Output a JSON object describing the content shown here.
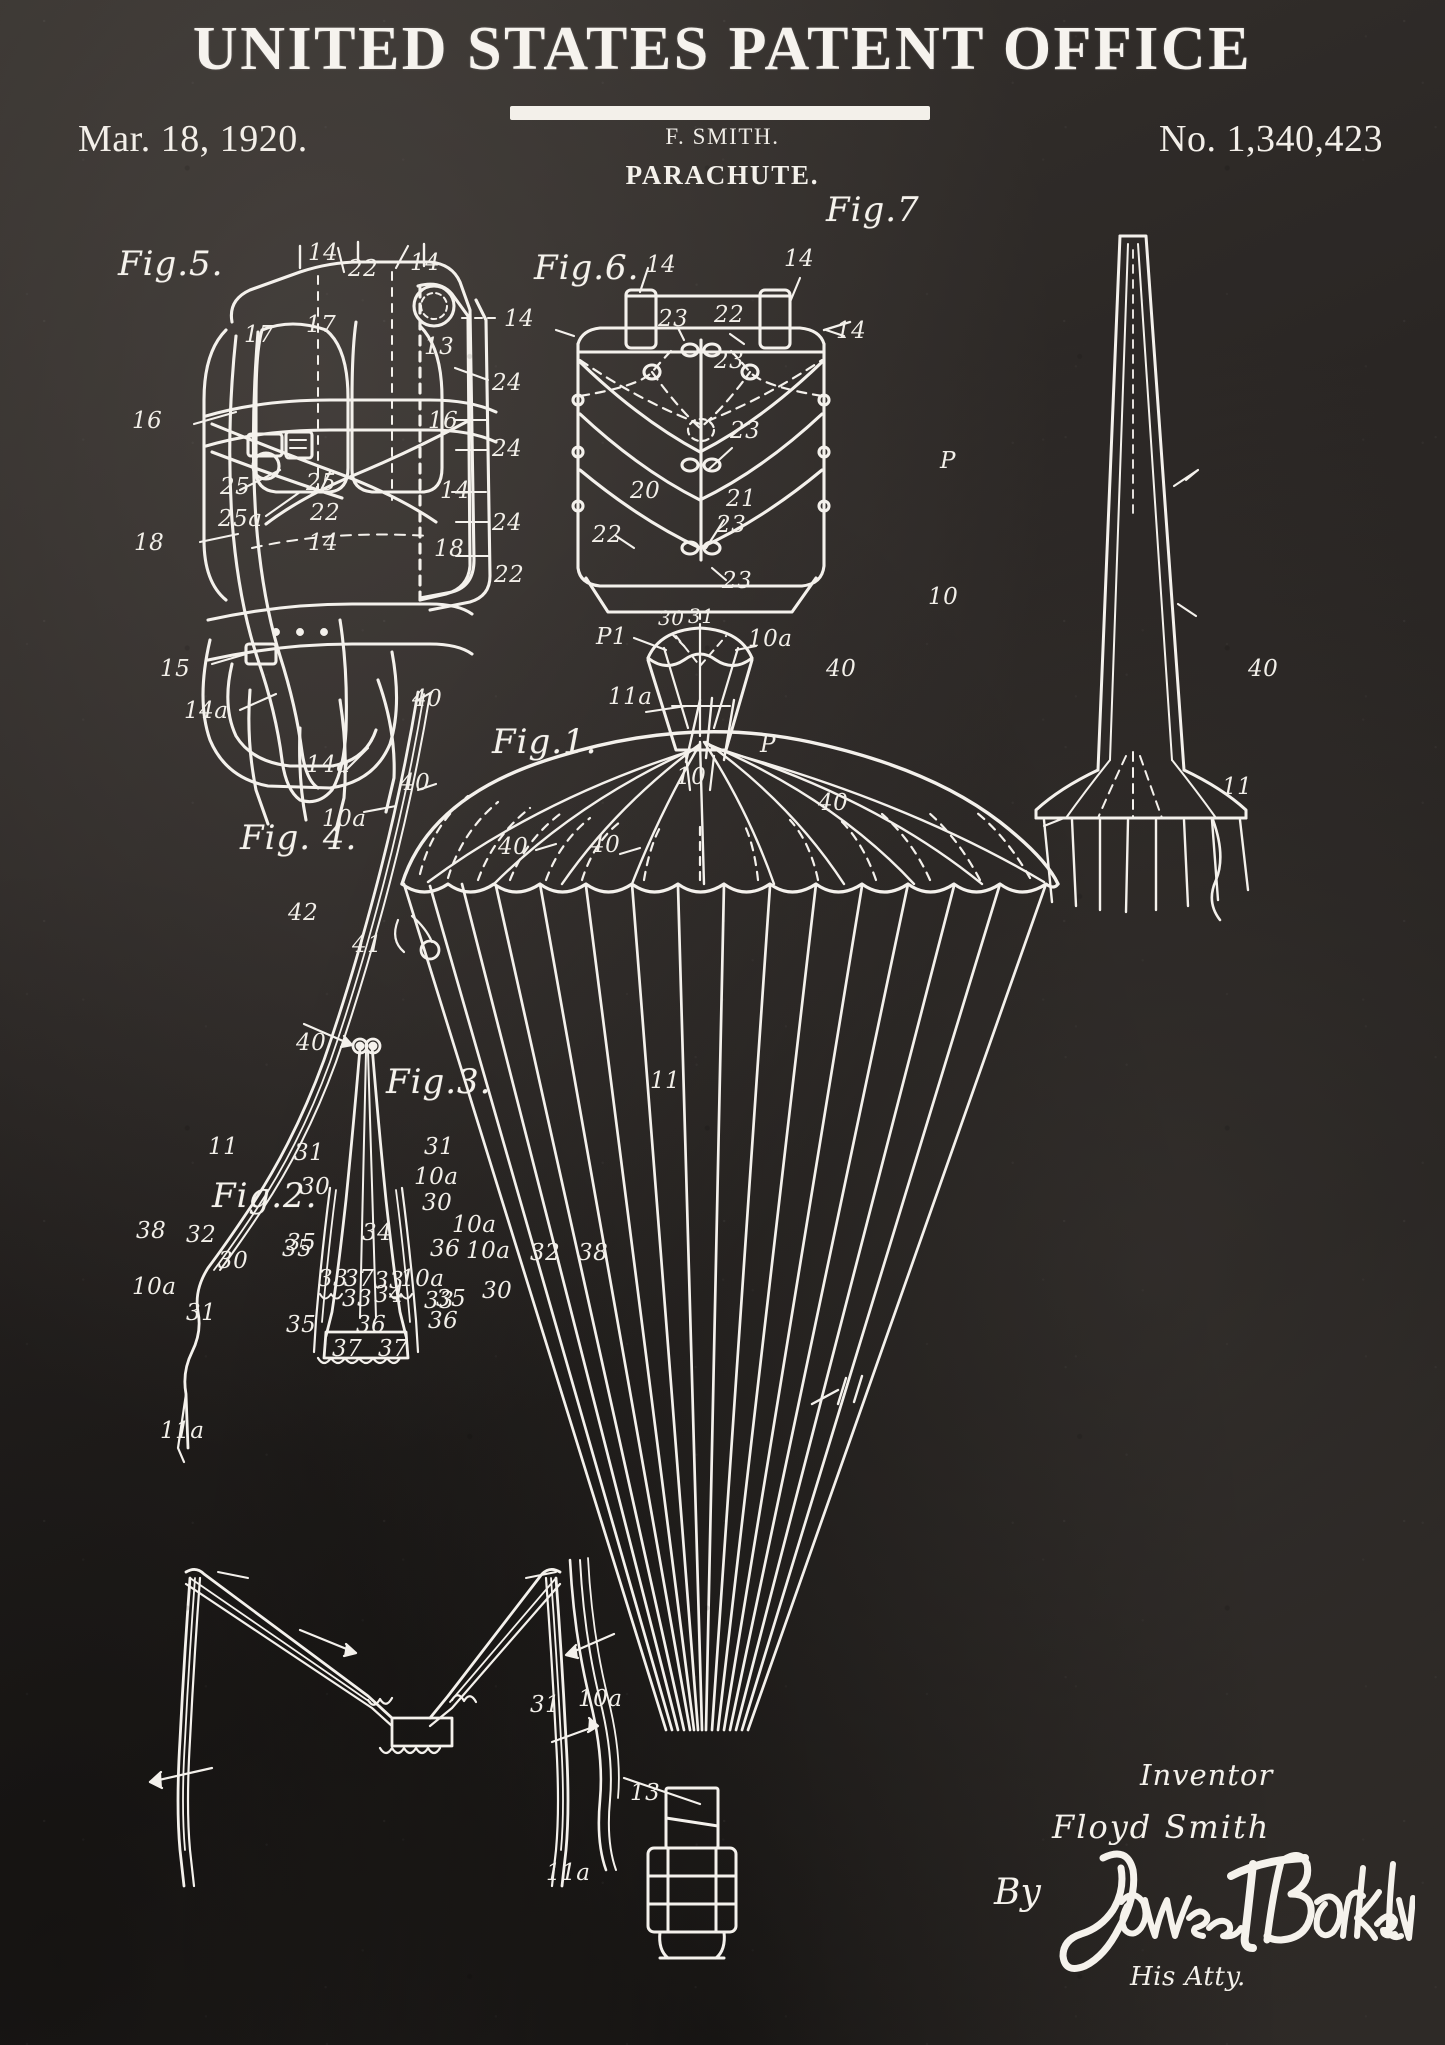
{
  "header": {
    "title": "UNITED STATES PATENT OFFICE",
    "date": "Mar. 18, 1920.",
    "inventor_line": "F. SMITH.",
    "subject": "PARACHUTE.",
    "patent_number": "No. 1,340,423"
  },
  "figures": [
    {
      "id": "fig5",
      "caption": "Fig.5."
    },
    {
      "id": "fig6",
      "caption": "Fig.6."
    },
    {
      "id": "fig7",
      "caption": "Fig.7"
    },
    {
      "id": "fig1",
      "caption": "Fig.1."
    },
    {
      "id": "fig4",
      "caption": "Fig. 4."
    },
    {
      "id": "fig3",
      "caption": "Fig.3."
    },
    {
      "id": "fig2",
      "caption": "Fig.2."
    }
  ],
  "signature": {
    "inventor_label": "Inventor",
    "inventor_name": "Floyd  Smith",
    "by_label": "By",
    "attorney_signature": "James T. Barkelew",
    "attorney_label": "His Atty."
  },
  "reference_numerals": {
    "fig5": [
      "14",
      "22",
      "14",
      "14",
      "17",
      "17",
      "13",
      "24",
      "16",
      "16",
      "24",
      "25",
      "25",
      "14",
      "22",
      "25a",
      "24",
      "18",
      "14",
      "18",
      "22",
      "15",
      "14a",
      "14a"
    ],
    "fig6": [
      "14",
      "14",
      "23",
      "22",
      "14",
      "23",
      "23",
      "20",
      "21",
      "23",
      "22",
      "23",
      "30",
      "31",
      "P1",
      "10a",
      "11a"
    ],
    "fig7": [
      "P",
      "10",
      "40",
      "40",
      "11"
    ],
    "fig1": [
      "10",
      "40",
      "10a",
      "P",
      "10",
      "40",
      "40",
      "40",
      "11",
      "13",
      "31",
      "10a",
      "11a"
    ],
    "fig4": [
      "42",
      "41",
      "40",
      "11",
      "10a",
      "31"
    ],
    "fig3": [
      "31",
      "31",
      "30",
      "10a",
      "30",
      "34",
      "30",
      "35",
      "35",
      "36",
      "33",
      "37",
      "33",
      "10a"
    ],
    "fig2": [
      "38",
      "32",
      "30",
      "35",
      "33",
      "34",
      "36",
      "37",
      "37",
      "35",
      "33",
      "36",
      "32",
      "38",
      "30",
      "35",
      "31",
      "10a",
      "31"
    ]
  },
  "chart_data": {
    "type": "diagram",
    "title": "PARACHUTE — Patent No. 1,340,423",
    "figure_count": 7
  },
  "colors": {
    "background": "#2b2826",
    "ink": "#f4f1ec"
  }
}
